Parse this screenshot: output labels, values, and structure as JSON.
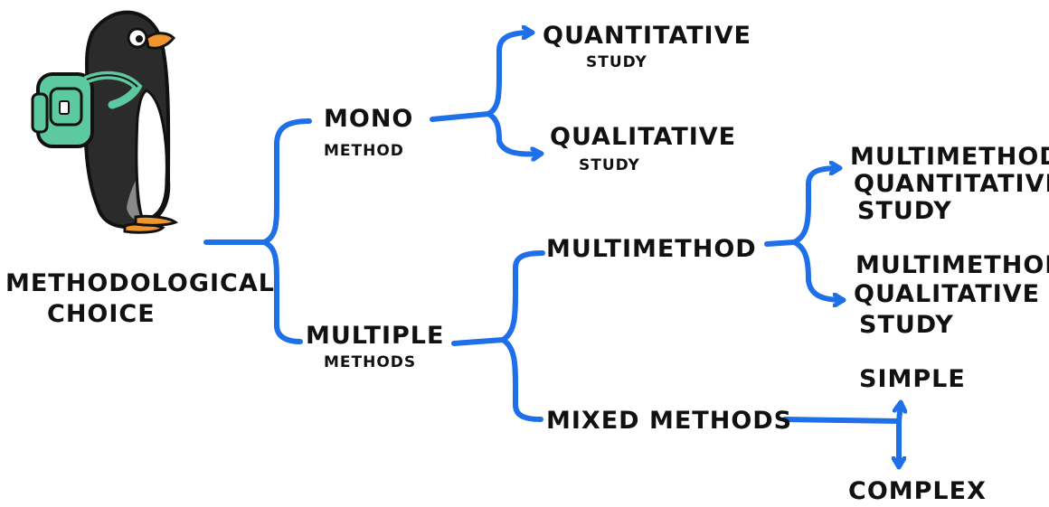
{
  "colors": {
    "connector": "#1e6fe8",
    "text": "#111111",
    "backpack": "#5cc9a0",
    "beak": "#f0952e",
    "body": "#2b2b2b"
  },
  "icons": {
    "mascot": "penguin-with-backpack-icon"
  },
  "nodes": {
    "root": {
      "line1": "METHODOLOGICAL",
      "line2": "CHOICE"
    },
    "mono": {
      "line1": "MONO",
      "line2": "METHOD"
    },
    "multiple": {
      "line1": "MULTIPLE",
      "line2": "METHODS"
    },
    "quantitative": {
      "line1": "QUANTITATIVE",
      "line2": "STUDY"
    },
    "qualitative": {
      "line1": "QUALITATIVE",
      "line2": "STUDY"
    },
    "multimethod": {
      "line1": "MULTIMETHOD"
    },
    "mixed": {
      "line1": "MIXED METHODS"
    },
    "mm_quant": {
      "line1": "MULTIMETHOD",
      "line2": "QUANTITATIVE",
      "line3": "STUDY"
    },
    "mm_qual": {
      "line1": "MULTIMETHOD",
      "line2": "QUALITATIVE",
      "line3": "STUDY"
    },
    "simple": {
      "line1": "SIMPLE"
    },
    "complex": {
      "line1": "COMPLEX"
    }
  }
}
